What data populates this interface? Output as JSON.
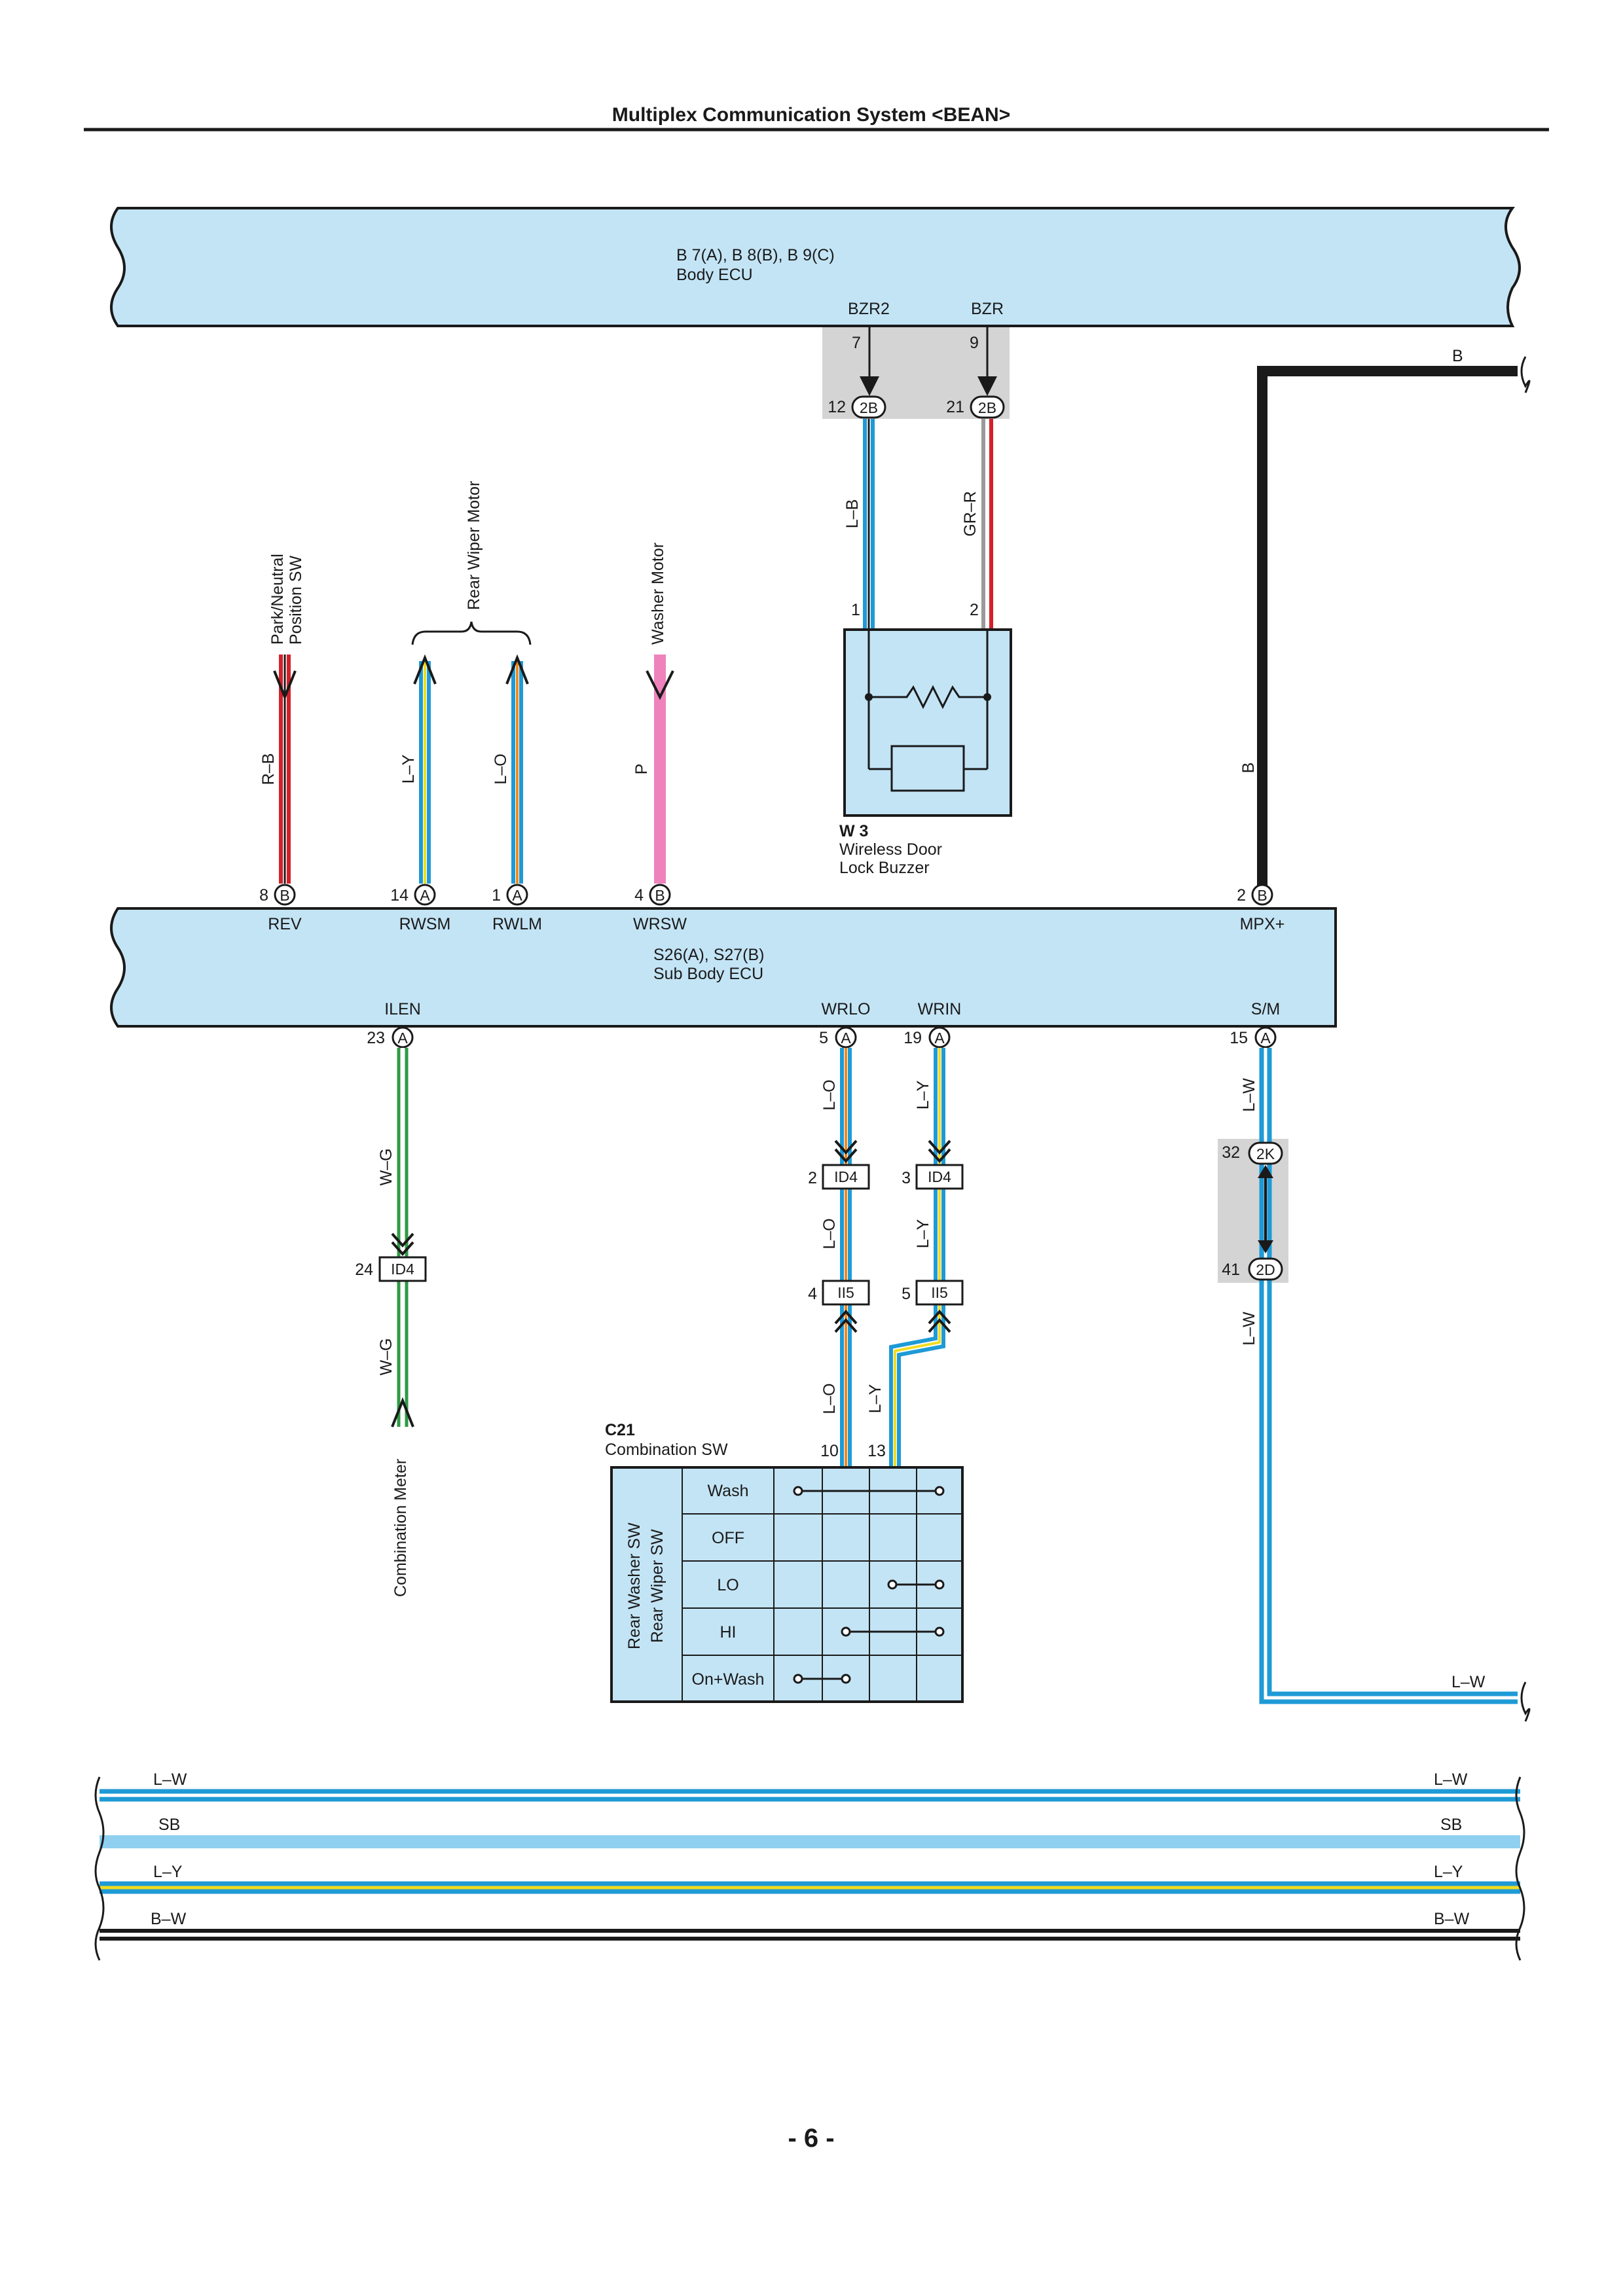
{
  "header": {
    "title": "Multiplex Communication System <BEAN>"
  },
  "page": {
    "number": "- 6 -"
  },
  "colors": {
    "ecu_fill": "#c3e4f5",
    "connector_gray": "#d4d4d4",
    "wire_blue": "#1e9ad6",
    "wire_yellow": "#f2dc1e",
    "wire_orange": "#f08a1e",
    "wire_red": "#d4202a",
    "wire_green": "#2e9a46",
    "wire_pink": "#ee82bd",
    "wire_black": "#1a1a1a",
    "wire_gray": "#9a9a9a",
    "wire_white": "#ffffff",
    "sky_blue": "#8fd0f0"
  },
  "body_ecu": {
    "ref": "B 7(A), B 8(B), B 9(C)",
    "name": "Body ECU",
    "terminals": [
      {
        "name": "BZR2",
        "pin": "7",
        "conn_pin": "12",
        "conn": "2B",
        "wire": "L–B"
      },
      {
        "name": "BZR",
        "pin": "9",
        "conn_pin": "21",
        "conn": "2B",
        "wire": "GR–R"
      }
    ]
  },
  "b_line": {
    "label_top": "B",
    "label_side": "B"
  },
  "buzzer": {
    "id": "W 3",
    "name_line1": "Wireless Door",
    "name_line2": "Lock Buzzer",
    "pin1": "1",
    "pin2": "2"
  },
  "sub_body_ecu": {
    "ref": "S26(A), S27(B)",
    "name": "Sub Body ECU",
    "top_terminals": [
      {
        "name": "REV",
        "pin": "8",
        "conn": "B",
        "wire": "R–B"
      },
      {
        "name": "RWSM",
        "pin": "14",
        "conn": "A",
        "wire": "L–Y"
      },
      {
        "name": "RWLM",
        "pin": "1",
        "conn": "A",
        "wire": "L–O"
      },
      {
        "name": "WRSW",
        "pin": "4",
        "conn": "B",
        "wire": "P"
      },
      {
        "name": "MPX+",
        "pin": "2",
        "conn": "B",
        "wire": "B"
      }
    ],
    "bottom_terminals": [
      {
        "name": "ILEN",
        "pin": "23",
        "conn": "A"
      },
      {
        "name": "WRLO",
        "pin": "5",
        "conn": "A"
      },
      {
        "name": "WRIN",
        "pin": "19",
        "conn": "A"
      },
      {
        "name": "S/M",
        "pin": "15",
        "conn": "A"
      }
    ]
  },
  "destinations": {
    "park_neutral_line1": "Park/Neutral",
    "park_neutral_line2": "Position SW",
    "rear_wiper_motor": "Rear Wiper Motor",
    "washer_motor": "Washer Motor",
    "combination_meter": "Combination Meter"
  },
  "ilen_run": {
    "wire1": "W–G",
    "junction_pin": "24",
    "junction_conn": "ID4",
    "wire2": "W–G"
  },
  "wrlo_run": {
    "wire1": "L–O",
    "j1_pin": "2",
    "j1_conn": "ID4",
    "wire2": "L–O",
    "j2_pin": "4",
    "j2_conn": "II5",
    "wire3": "L–O",
    "sw_pin": "10"
  },
  "wrin_run": {
    "wire1": "L–Y",
    "j1_pin": "3",
    "j1_conn": "ID4",
    "wire2": "L–Y",
    "j2_pin": "5",
    "j2_conn": "II5",
    "wire3": "L–Y",
    "sw_pin": "13"
  },
  "sm_run": {
    "wire1": "L–W",
    "j1_pin": "32",
    "j1_conn": "2K",
    "j2_pin": "41",
    "j2_conn": "2D",
    "wire2": "L–W",
    "end_label": "L–W"
  },
  "combination_sw": {
    "id": "C21",
    "name": "Combination SW",
    "side_label1": "Rear Washer SW",
    "side_label2": "Rear Wiper SW",
    "rows": [
      "Wash",
      "OFF",
      "LO",
      "HI",
      "On+Wash"
    ]
  },
  "bus_lines": [
    {
      "left": "L–W",
      "right": "L–W"
    },
    {
      "left": "SB",
      "right": "SB"
    },
    {
      "left": "L–Y",
      "right": "L–Y"
    },
    {
      "left": "B–W",
      "right": "B–W"
    }
  ]
}
